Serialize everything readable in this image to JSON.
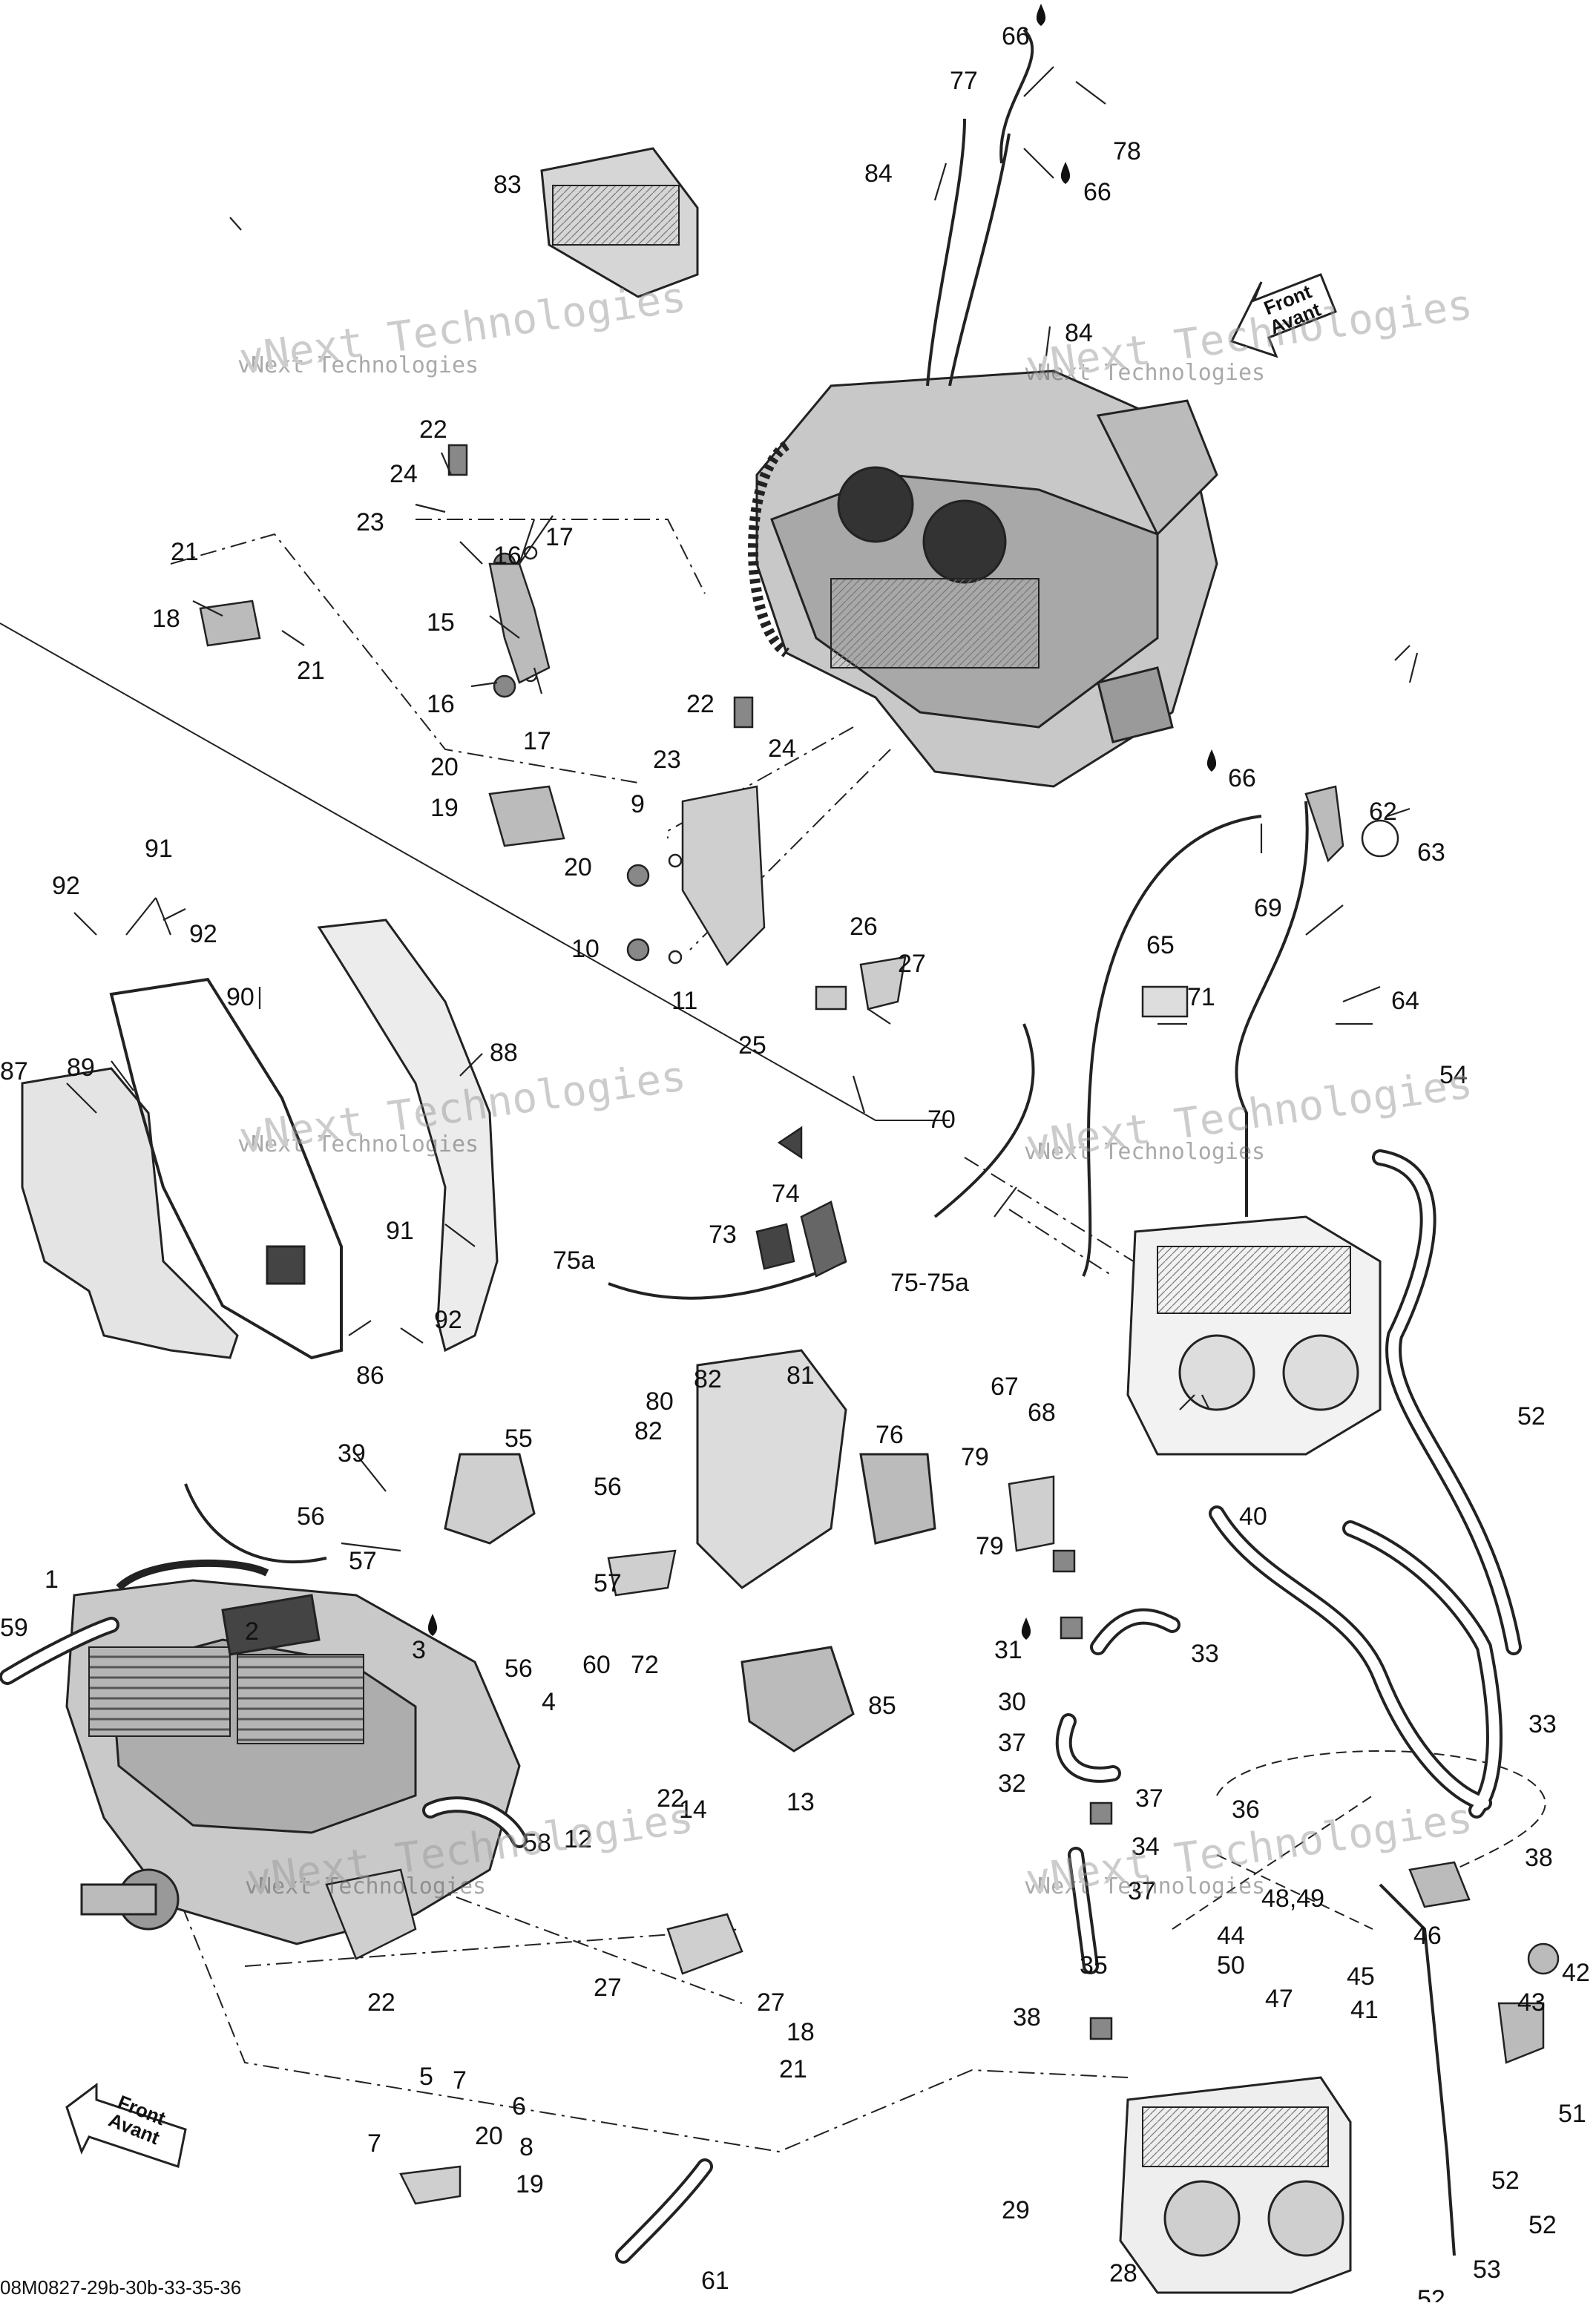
{
  "diagram": {
    "footer_code": "08M0827-29b-30b-33-35-36",
    "watermark_big": "vNext Technologies",
    "watermark_small": "vNext Technologies",
    "front_label": "Front",
    "front_label_fr": "Avant",
    "fluid_symbol": "drop-icon",
    "callouts": [
      {
        "id": "c1",
        "text": "1"
      },
      {
        "id": "c2",
        "text": "2"
      },
      {
        "id": "c3",
        "text": "3"
      },
      {
        "id": "c4",
        "text": "4"
      },
      {
        "id": "c5",
        "text": "5"
      },
      {
        "id": "c6",
        "text": "6"
      },
      {
        "id": "c7a",
        "text": "7"
      },
      {
        "id": "c7b",
        "text": "7"
      },
      {
        "id": "c8",
        "text": "8"
      },
      {
        "id": "c9",
        "text": "9"
      },
      {
        "id": "c10",
        "text": "10"
      },
      {
        "id": "c11",
        "text": "11"
      },
      {
        "id": "c12",
        "text": "12"
      },
      {
        "id": "c13",
        "text": "13"
      },
      {
        "id": "c14",
        "text": "14"
      },
      {
        "id": "c15",
        "text": "15"
      },
      {
        "id": "c16a",
        "text": "16"
      },
      {
        "id": "c16b",
        "text": "16"
      },
      {
        "id": "c17a",
        "text": "17"
      },
      {
        "id": "c17b",
        "text": "17"
      },
      {
        "id": "c18a",
        "text": "18"
      },
      {
        "id": "c18b",
        "text": "18"
      },
      {
        "id": "c19a",
        "text": "19"
      },
      {
        "id": "c19b",
        "text": "19"
      },
      {
        "id": "c20a",
        "text": "20"
      },
      {
        "id": "c20b",
        "text": "20"
      },
      {
        "id": "c20c",
        "text": "20"
      },
      {
        "id": "c21a",
        "text": "21"
      },
      {
        "id": "c21b",
        "text": "21"
      },
      {
        "id": "c21c",
        "text": "21"
      },
      {
        "id": "c22a",
        "text": "22"
      },
      {
        "id": "c22b",
        "text": "22"
      },
      {
        "id": "c22c",
        "text": "22"
      },
      {
        "id": "c22d",
        "text": "22"
      },
      {
        "id": "c23a",
        "text": "23"
      },
      {
        "id": "c23b",
        "text": "23"
      },
      {
        "id": "c24a",
        "text": "24"
      },
      {
        "id": "c24b",
        "text": "24"
      },
      {
        "id": "c25",
        "text": "25"
      },
      {
        "id": "c26",
        "text": "26"
      },
      {
        "id": "c27a",
        "text": "27"
      },
      {
        "id": "c27b",
        "text": "27"
      },
      {
        "id": "c27c",
        "text": "27"
      },
      {
        "id": "c28",
        "text": "28"
      },
      {
        "id": "c29",
        "text": "29"
      },
      {
        "id": "c30",
        "text": "30"
      },
      {
        "id": "c31",
        "text": "31"
      },
      {
        "id": "c32",
        "text": "32"
      },
      {
        "id": "c33a",
        "text": "33"
      },
      {
        "id": "c33b",
        "text": "33"
      },
      {
        "id": "c34",
        "text": "34"
      },
      {
        "id": "c35",
        "text": "35"
      },
      {
        "id": "c36",
        "text": "36"
      },
      {
        "id": "c37a",
        "text": "37"
      },
      {
        "id": "c37b",
        "text": "37"
      },
      {
        "id": "c37c",
        "text": "37"
      },
      {
        "id": "c38a",
        "text": "38"
      },
      {
        "id": "c38b",
        "text": "38"
      },
      {
        "id": "c39",
        "text": "39"
      },
      {
        "id": "c40",
        "text": "40"
      },
      {
        "id": "c41",
        "text": "41"
      },
      {
        "id": "c42",
        "text": "42"
      },
      {
        "id": "c43",
        "text": "43"
      },
      {
        "id": "c44",
        "text": "44"
      },
      {
        "id": "c45",
        "text": "45"
      },
      {
        "id": "c46",
        "text": "46"
      },
      {
        "id": "c47",
        "text": "47"
      },
      {
        "id": "c4849",
        "text": "48,49"
      },
      {
        "id": "c50",
        "text": "50"
      },
      {
        "id": "c51",
        "text": "51"
      },
      {
        "id": "c52a",
        "text": "52"
      },
      {
        "id": "c52b",
        "text": "52"
      },
      {
        "id": "c52c",
        "text": "52"
      },
      {
        "id": "c52d",
        "text": "52"
      },
      {
        "id": "c53",
        "text": "53"
      },
      {
        "id": "c54",
        "text": "54"
      },
      {
        "id": "c55",
        "text": "55"
      },
      {
        "id": "c56a",
        "text": "56"
      },
      {
        "id": "c56b",
        "text": "56"
      },
      {
        "id": "c56c",
        "text": "56"
      },
      {
        "id": "c57a",
        "text": "57"
      },
      {
        "id": "c57b",
        "text": "57"
      },
      {
        "id": "c58",
        "text": "58"
      },
      {
        "id": "c59",
        "text": "59"
      },
      {
        "id": "c60",
        "text": "60"
      },
      {
        "id": "c61",
        "text": "61"
      },
      {
        "id": "c62",
        "text": "62"
      },
      {
        "id": "c63",
        "text": "63"
      },
      {
        "id": "c64",
        "text": "64"
      },
      {
        "id": "c65",
        "text": "65"
      },
      {
        "id": "c66a",
        "text": "66"
      },
      {
        "id": "c66b",
        "text": "66"
      },
      {
        "id": "c66c",
        "text": "66"
      },
      {
        "id": "c67",
        "text": "67"
      },
      {
        "id": "c68",
        "text": "68"
      },
      {
        "id": "c69",
        "text": "69"
      },
      {
        "id": "c70",
        "text": "70"
      },
      {
        "id": "c71",
        "text": "71"
      },
      {
        "id": "c72",
        "text": "72"
      },
      {
        "id": "c73",
        "text": "73"
      },
      {
        "id": "c74",
        "text": "74"
      },
      {
        "id": "c75a",
        "text": "75a"
      },
      {
        "id": "c7575a",
        "text": "75-75a"
      },
      {
        "id": "c76",
        "text": "76"
      },
      {
        "id": "c77",
        "text": "77"
      },
      {
        "id": "c78",
        "text": "78"
      },
      {
        "id": "c79a",
        "text": "79"
      },
      {
        "id": "c79b",
        "text": "79"
      },
      {
        "id": "c80",
        "text": "80"
      },
      {
        "id": "c81",
        "text": "81"
      },
      {
        "id": "c82a",
        "text": "82"
      },
      {
        "id": "c82b",
        "text": "82"
      },
      {
        "id": "c83",
        "text": "83"
      },
      {
        "id": "c84a",
        "text": "84"
      },
      {
        "id": "c84b",
        "text": "84"
      },
      {
        "id": "c85",
        "text": "85"
      },
      {
        "id": "c86",
        "text": "86"
      },
      {
        "id": "c87",
        "text": "87"
      },
      {
        "id": "c88",
        "text": "88"
      },
      {
        "id": "c89",
        "text": "89"
      },
      {
        "id": "c90",
        "text": "90"
      },
      {
        "id": "c91a",
        "text": "91"
      },
      {
        "id": "c91b",
        "text": "91"
      },
      {
        "id": "c92a",
        "text": "92"
      },
      {
        "id": "c92b",
        "text": "92"
      },
      {
        "id": "c92c",
        "text": "92"
      }
    ]
  }
}
